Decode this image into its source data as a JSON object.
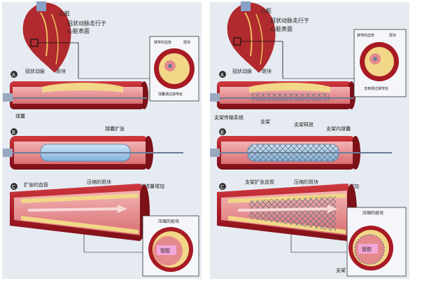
{
  "colors": {
    "panel_bg": "#e6ebf2",
    "vessel_outer": "#b8202a",
    "vessel_dark": "#7c1118",
    "vessel_inner": "#e58a8c",
    "plaque": "#f2d788",
    "balloon": "#9ec8e8",
    "lumen_label_bg": "#f3a6d8",
    "text": "#222222"
  },
  "left": {
    "heart_label": "心脏",
    "coronary_note_line1": "冠状动脉走行于",
    "coronary_note_line2": "心脏表面",
    "section_a": {
      "marker": "A",
      "label_artery": "冠状动脉",
      "label_plaque": "斑块",
      "inset_label_artery": "狭窄的血管",
      "inset_label_plaque": "斑块",
      "inset_caption": "球囊通过狭窄处",
      "label_balloon": "球囊"
    },
    "section_b": {
      "marker": "B",
      "label_inflated": "球囊扩张"
    },
    "section_c": {
      "marker": "C",
      "label_widened": "扩张的血管",
      "label_compressed": "压缩的斑块",
      "label_flow": "血流量增加",
      "inset_label": "压缩的斑块",
      "lumen_label": "管腔"
    }
  },
  "right": {
    "heart_label": "心脏",
    "coronary_note_line1": "冠状动脉走行于",
    "coronary_note_line2": "心脏表面",
    "section_a": {
      "marker": "A",
      "label_artery": "冠状动脉",
      "label_plaque": "斑块",
      "inset_label_artery": "狭窄的血管",
      "inset_label_plaque": "斑块",
      "inset_caption": "支架通过狭窄处",
      "label_delivery": "支架传输系统",
      "label_stent": "支架"
    },
    "section_b": {
      "marker": "B",
      "label_release": "支架释放",
      "label_inner_balloon": "支架内球囊"
    },
    "section_c": {
      "marker": "C",
      "label_dilated": "支架扩张血管",
      "label_compressed": "压缩的斑块",
      "label_flow": "血流量增加",
      "inset_label": "压缩的斑块",
      "lumen_label": "管腔",
      "label_stent_bottom": "支架"
    }
  }
}
